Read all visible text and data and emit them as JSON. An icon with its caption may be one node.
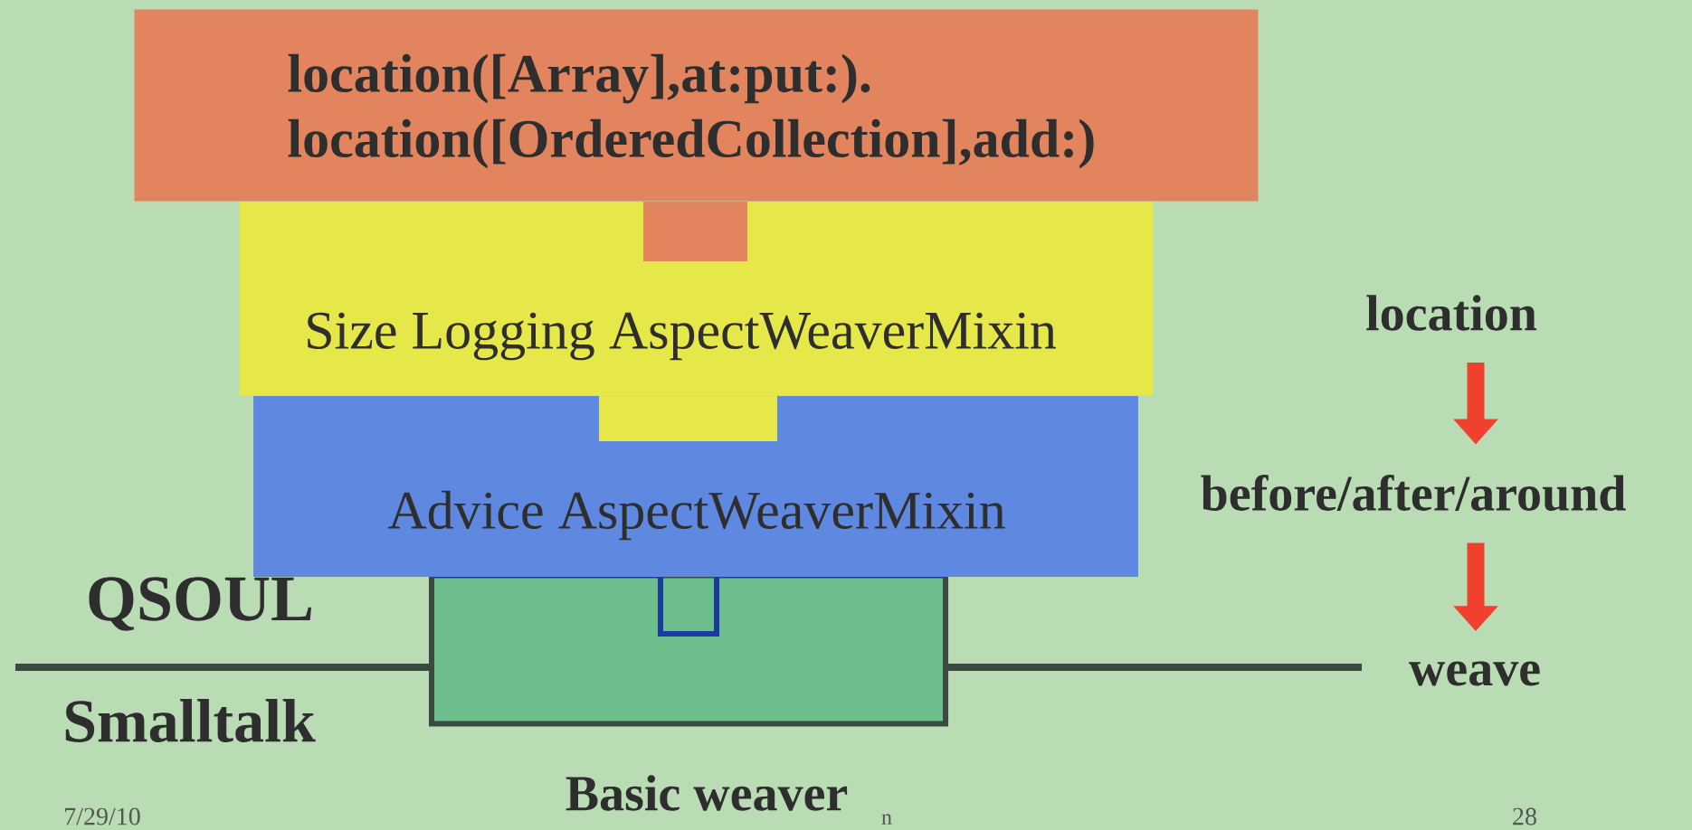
{
  "diagram": {
    "nodes": [
      {
        "text": [
          "location([Array],at:put:). location([OrderedCollection],add:)"
        ]
      },
      {
        "text": [
          "Size Logging AspectWeaverMixin"
        ]
      },
      {
        "text": [
          "Advice AspectWeaverMixin"
        ]
      },
      {
        "text": [
          "Basic weaver"
        ]
      },
      {
        "text": [
          "location"
        ]
      },
      {
        "text": [
          "before/after/around"
        ]
      },
      {
        "text": [
          "weave"
        ]
      }
    ],
    "edges": [
      {
        "from": 4,
        "to": 5,
        "arrow": "to"
      },
      {
        "from": 5,
        "to": 6,
        "arrow": "to"
      }
    ],
    "labels": [
      "QSOUL",
      "Smalltalk",
      "7/29/10",
      "n",
      "28"
    ]
  }
}
